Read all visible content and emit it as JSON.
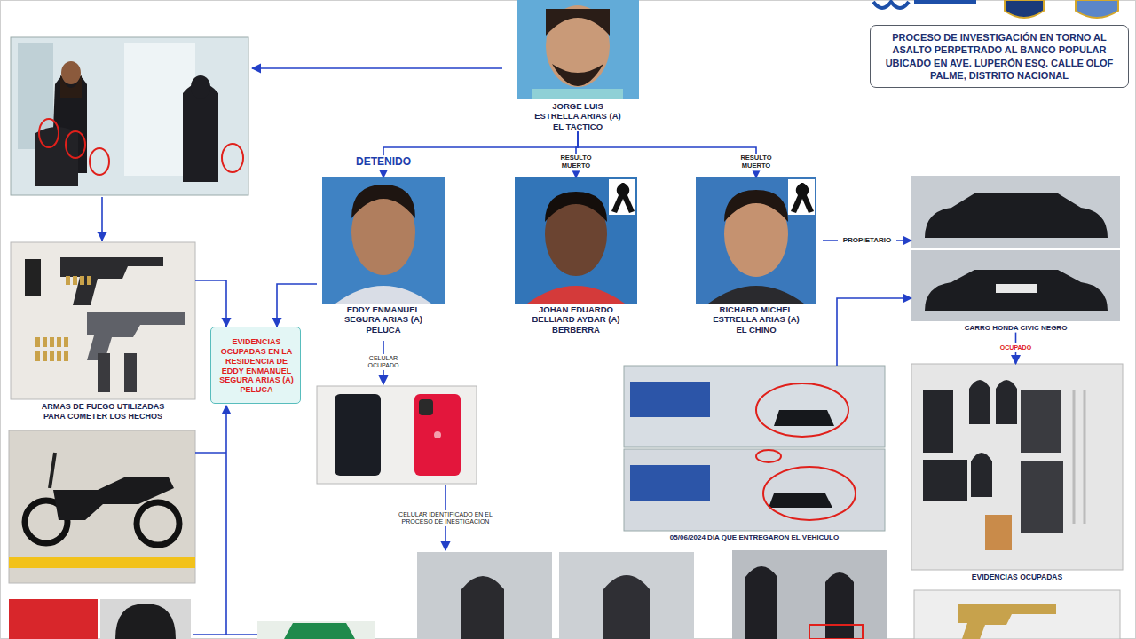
{
  "diagram": {
    "title": "PROCESO DE INVESTIGACIÓN EN TORNO AL ASALTO PERPETRADO AL BANCO POPULAR UBICADO EN AVE. LUPERÓN ESQ. CALLE OLOF PALME, DISTRITO NACIONAL",
    "nodes": [
      {
        "text": [
          "JORGE LUIS ESTRELLA ARIAS (A) EL TACTICO"
        ]
      },
      {
        "text": [
          "EDDY ENMANUEL SEGURA ARIAS (A) PELUCA"
        ]
      },
      {
        "text": [
          "JOHAN EDUARDO BELLIARD AYBAR (A) BERBERRA"
        ]
      },
      {
        "text": [
          "RICHARD MICHEL ESTRELLA ARIAS (A) EL CHINO"
        ]
      },
      {
        "text": [
          "ARMAS DE FUEGO UTILIZADAS PARA COMETER LOS HECHOS"
        ]
      },
      {
        "text": [
          "EVIDENCIAS OCUPADAS EN LA RESIDENCIA DE EDDY ENMANUEL SEGURA ARIAS (A) PELUCA"
        ]
      },
      {
        "text": [
          "CARRO HONDA CIVIC NEGRO"
        ]
      },
      {
        "text": [
          "05/06/2024 DIA QUE ENTREGARON EL VEHICULO"
        ]
      },
      {
        "text": [
          "EVIDENCIAS OCUPADAS"
        ]
      }
    ],
    "edges": [
      {
        "from": 0,
        "to": 1,
        "label": "DETENIDO",
        "arrow": "to"
      },
      {
        "from": 0,
        "to": 2,
        "label": "RESULTO MUERTO",
        "arrow": "to"
      },
      {
        "from": 0,
        "to": 3,
        "label": "RESULTO MUERTO",
        "arrow": "to"
      },
      {
        "from": 3,
        "to": 6,
        "label": "PROPIETARIO",
        "arrow": "to"
      },
      {
        "from": 6,
        "to": 8,
        "label": "OCUPADO",
        "arrow": "to"
      },
      {
        "from": 7,
        "to": 6,
        "arrow": "to"
      },
      {
        "from": 4,
        "to": 5,
        "arrow": "to"
      },
      {
        "from": 1,
        "to": 5,
        "arrow": "to"
      }
    ],
    "labels": [
      "CELULAR OCUPADO",
      "CELULAR IDENTIFICADO EN EL PROCESO DE INESTIGACION"
    ]
  }
}
